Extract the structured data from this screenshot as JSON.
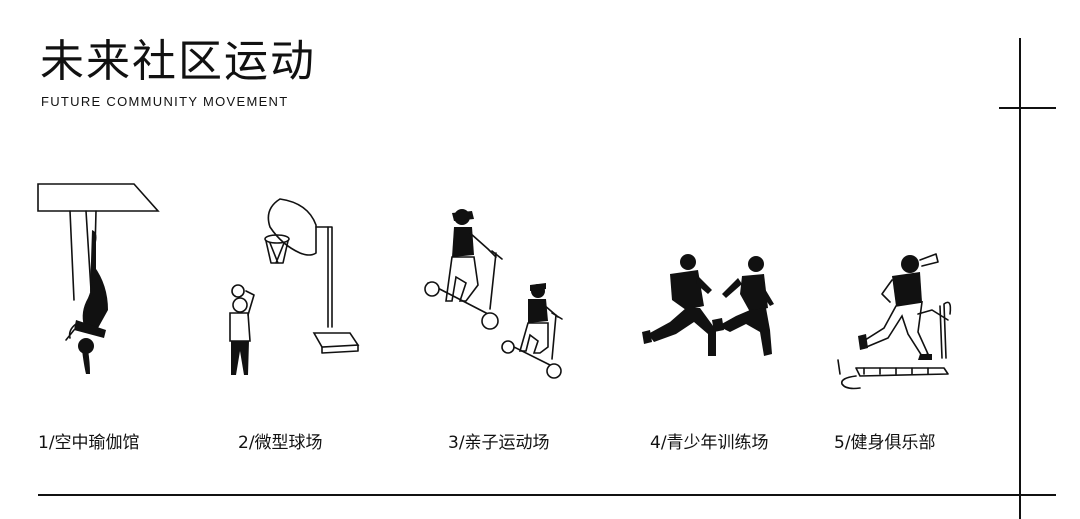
{
  "header": {
    "title": "未来社区运动",
    "subtitle": "FUTURE COMMUNITY MOVEMENT"
  },
  "activities": [
    {
      "label": "1/空中瑜伽馆",
      "icon": "aerial-yoga-icon"
    },
    {
      "label": "2/微型球场",
      "icon": "basketball-icon"
    },
    {
      "label": "3/亲子运动场",
      "icon": "scooter-family-icon"
    },
    {
      "label": "4/青少年训练场",
      "icon": "runners-icon"
    },
    {
      "label": "5/健身俱乐部",
      "icon": "treadmill-icon"
    }
  ]
}
